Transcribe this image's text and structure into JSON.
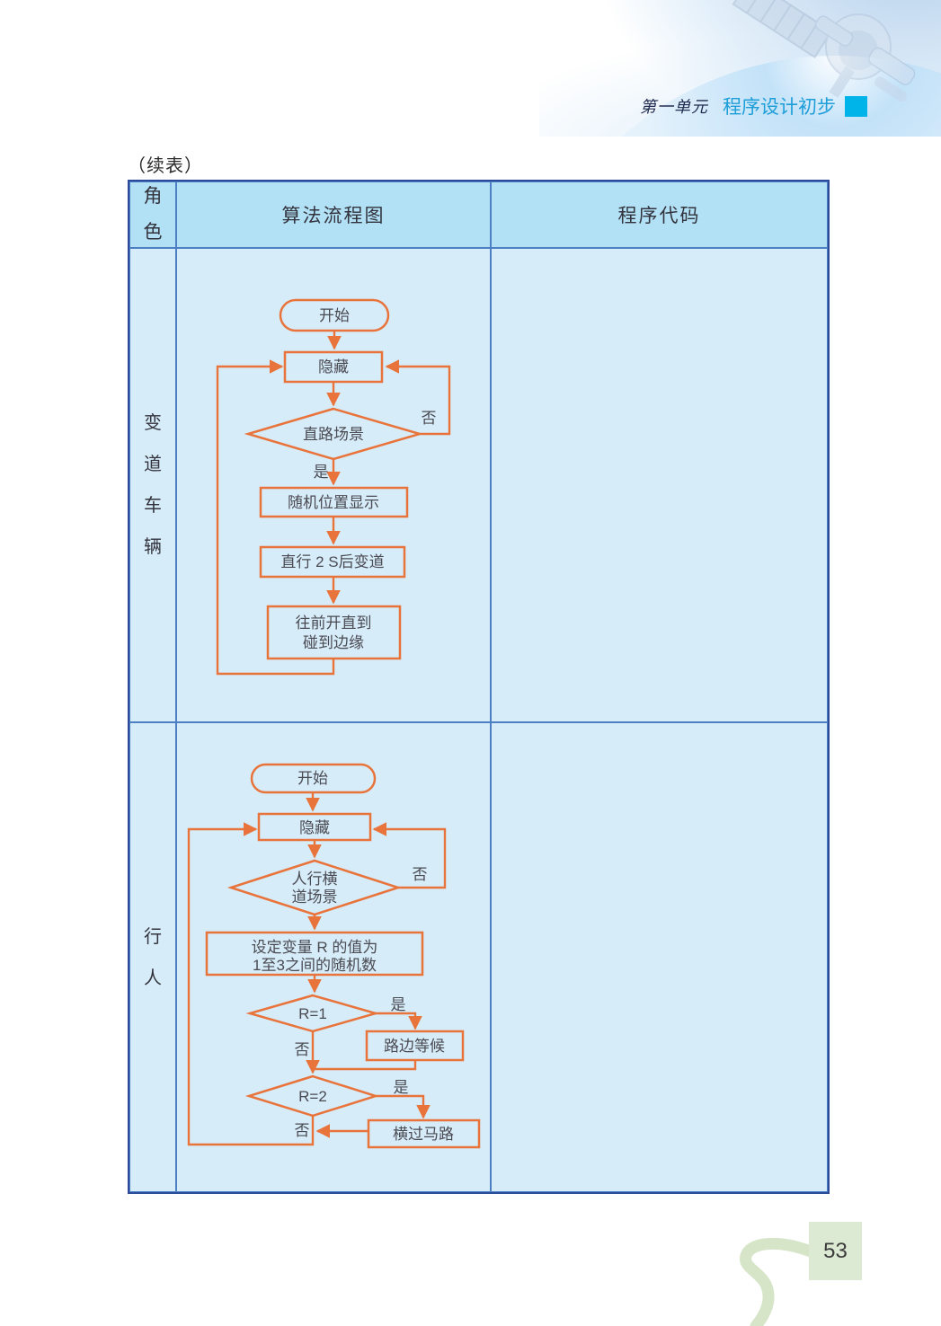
{
  "page": {
    "unit_label": "第一单元",
    "unit_title": "程序设计初步",
    "continued_label": "（续表）",
    "page_number": "53"
  },
  "table": {
    "headers": {
      "role": "角色",
      "flowchart": "算法流程图",
      "code": "程序代码"
    }
  },
  "flowcharts": {
    "lane_change_vehicle": {
      "role": "变道车辆",
      "start": "开始",
      "hide": "隐藏",
      "condition": "直路场景",
      "yes": "是",
      "no": "否",
      "step_random": "随机位置显示",
      "step_straight": "直行  2 S后变道",
      "step_drive_line1": "往前开直到",
      "step_drive_line2": "碰到边缘"
    },
    "pedestrian": {
      "role": "行人",
      "start": "开始",
      "hide": "隐藏",
      "condition_line1": "人行横",
      "condition_line2": "道场景",
      "no": "否",
      "set_var_line1": "设定变量 R 的值为",
      "set_var_line2": "1至3之间的随机数",
      "r1": "R=1",
      "r1_yes": "是",
      "r1_no": "否",
      "wait": "路边等候",
      "r2": "R=2",
      "r2_yes": "是",
      "r2_no": "否",
      "cross": "横过马路"
    }
  },
  "colors": {
    "flow_line": "#e8743c",
    "table_border": "#2b4a99",
    "grid_line": "#4d7fc4",
    "header_bg": "#b2e0f5",
    "cell_bg": "#d7ecf9",
    "accent_square": "#00b4ea",
    "unit_title_blue": "#1e9ed9",
    "page_square_green": "#dcead3"
  }
}
